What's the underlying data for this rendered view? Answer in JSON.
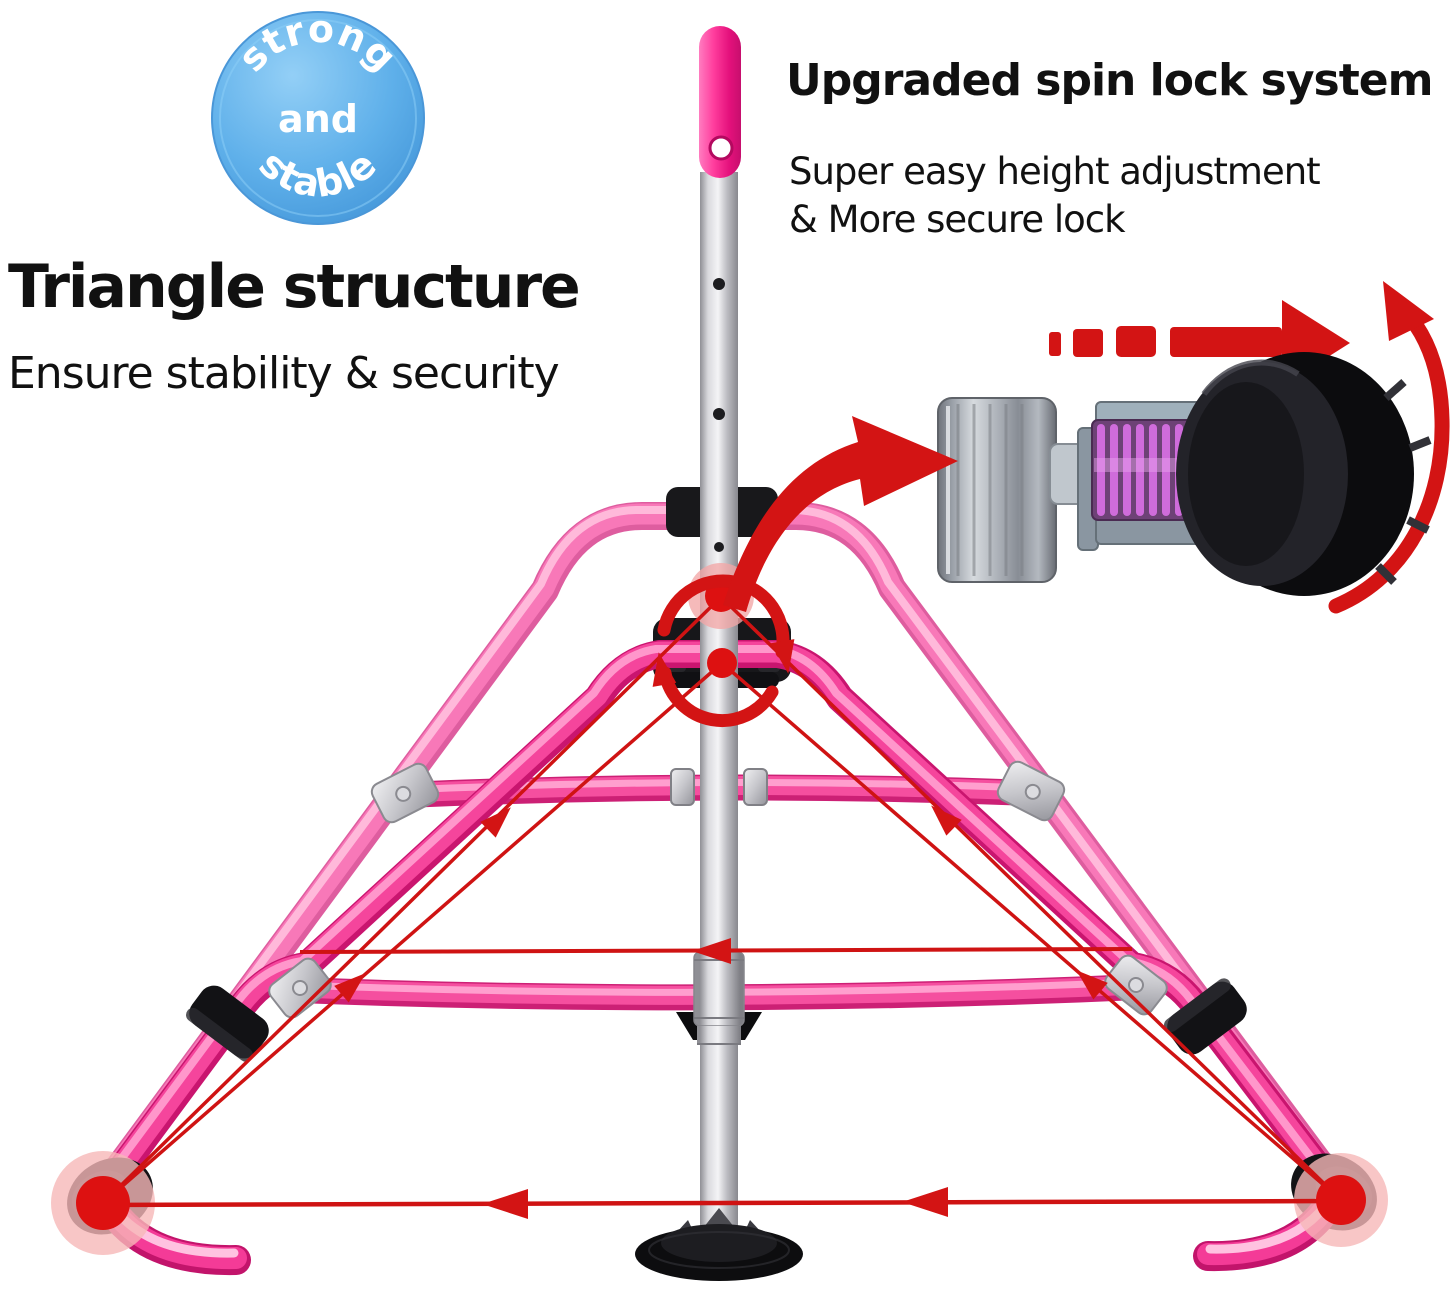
{
  "badge": {
    "top": "strong",
    "middle": "and",
    "bottom": "stable"
  },
  "left_callout": {
    "title": "Triangle structure",
    "subtitle": "Ensure stability & security"
  },
  "right_callout": {
    "title": "Upgraded spin lock system",
    "subtitle_line1": "Super easy height adjustment",
    "subtitle_line2": "& More secure lock"
  },
  "colors": {
    "background": "#ffffff",
    "frame_pink": "#f5459c",
    "frame_pink_light": "#f878b8",
    "annotation_red": "#d31414",
    "badge_blue": "#5fb0ea",
    "pole_silver": "#c9c9cd",
    "hardware_black": "#17171a",
    "spring_purple": "#cf6cdb",
    "text": "#111111"
  }
}
